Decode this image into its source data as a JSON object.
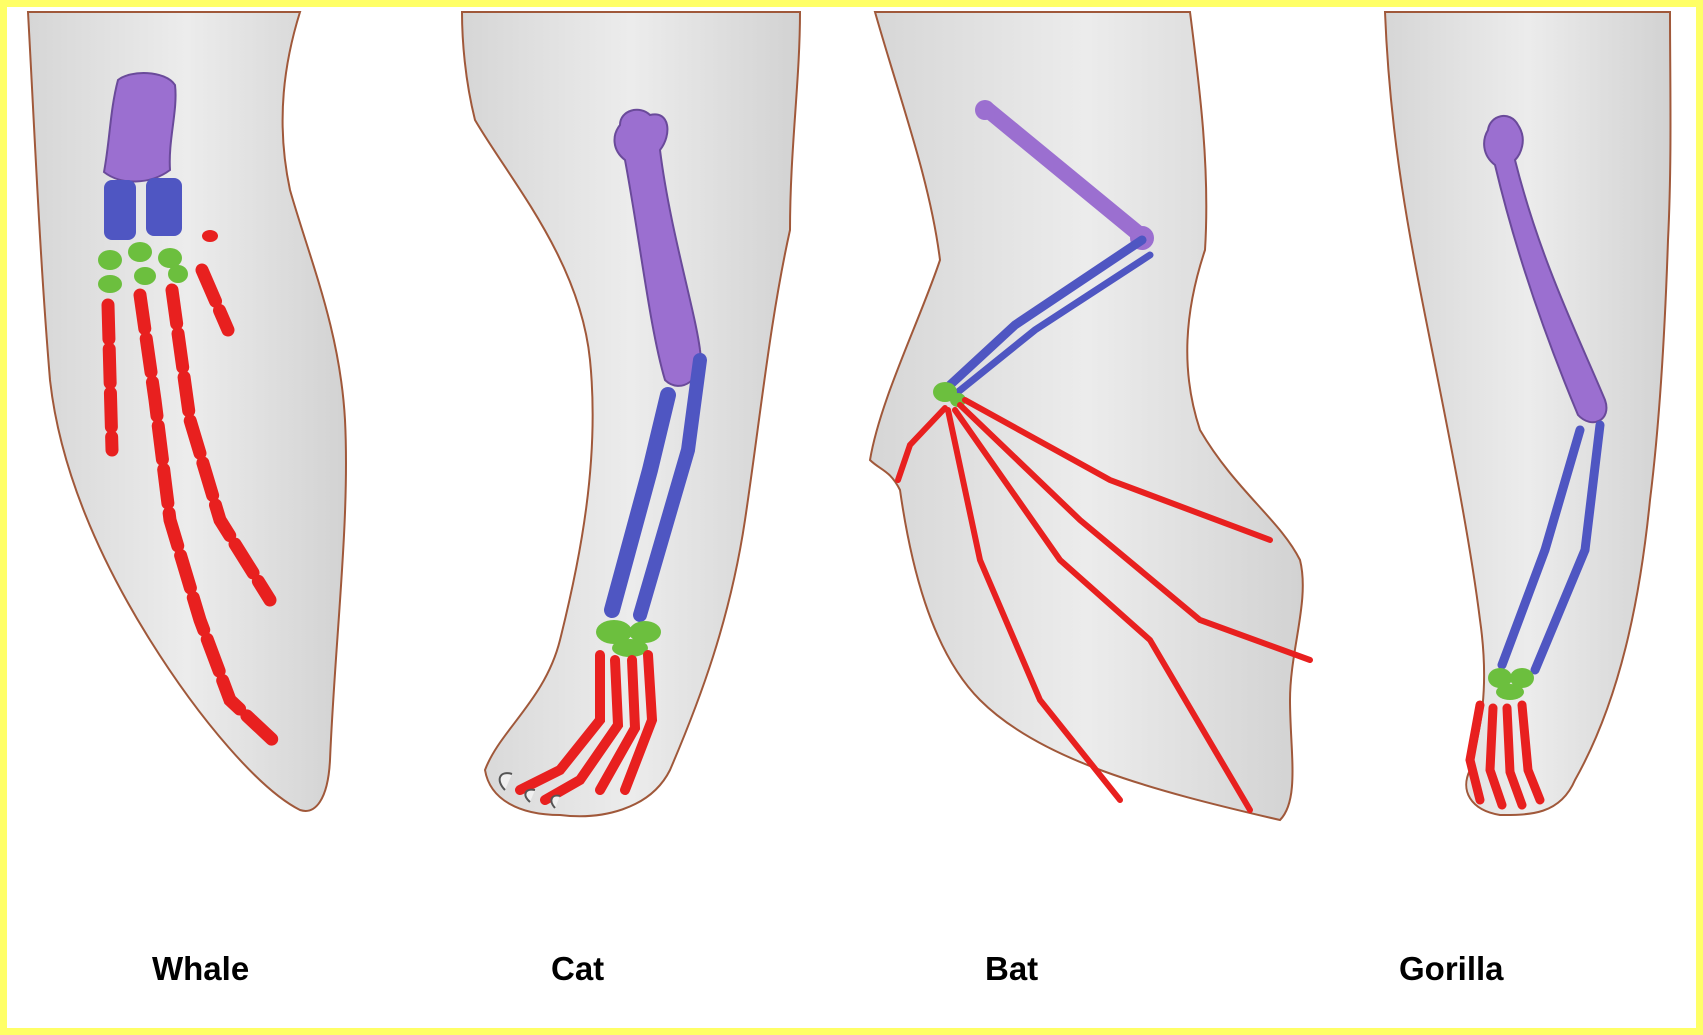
{
  "labels": {
    "whale": "Whale",
    "cat": "Cat",
    "bat": "Bat",
    "gorilla": "Gorilla"
  },
  "colors": {
    "frame": "#ffff66",
    "skin": "#e4e4e4",
    "skin_outline": "#a0583a",
    "humerus": "#9b6fd0",
    "radius_ulna": "#4f56c2",
    "carpals": "#6cbf3e",
    "phalanges": "#e8201f"
  }
}
